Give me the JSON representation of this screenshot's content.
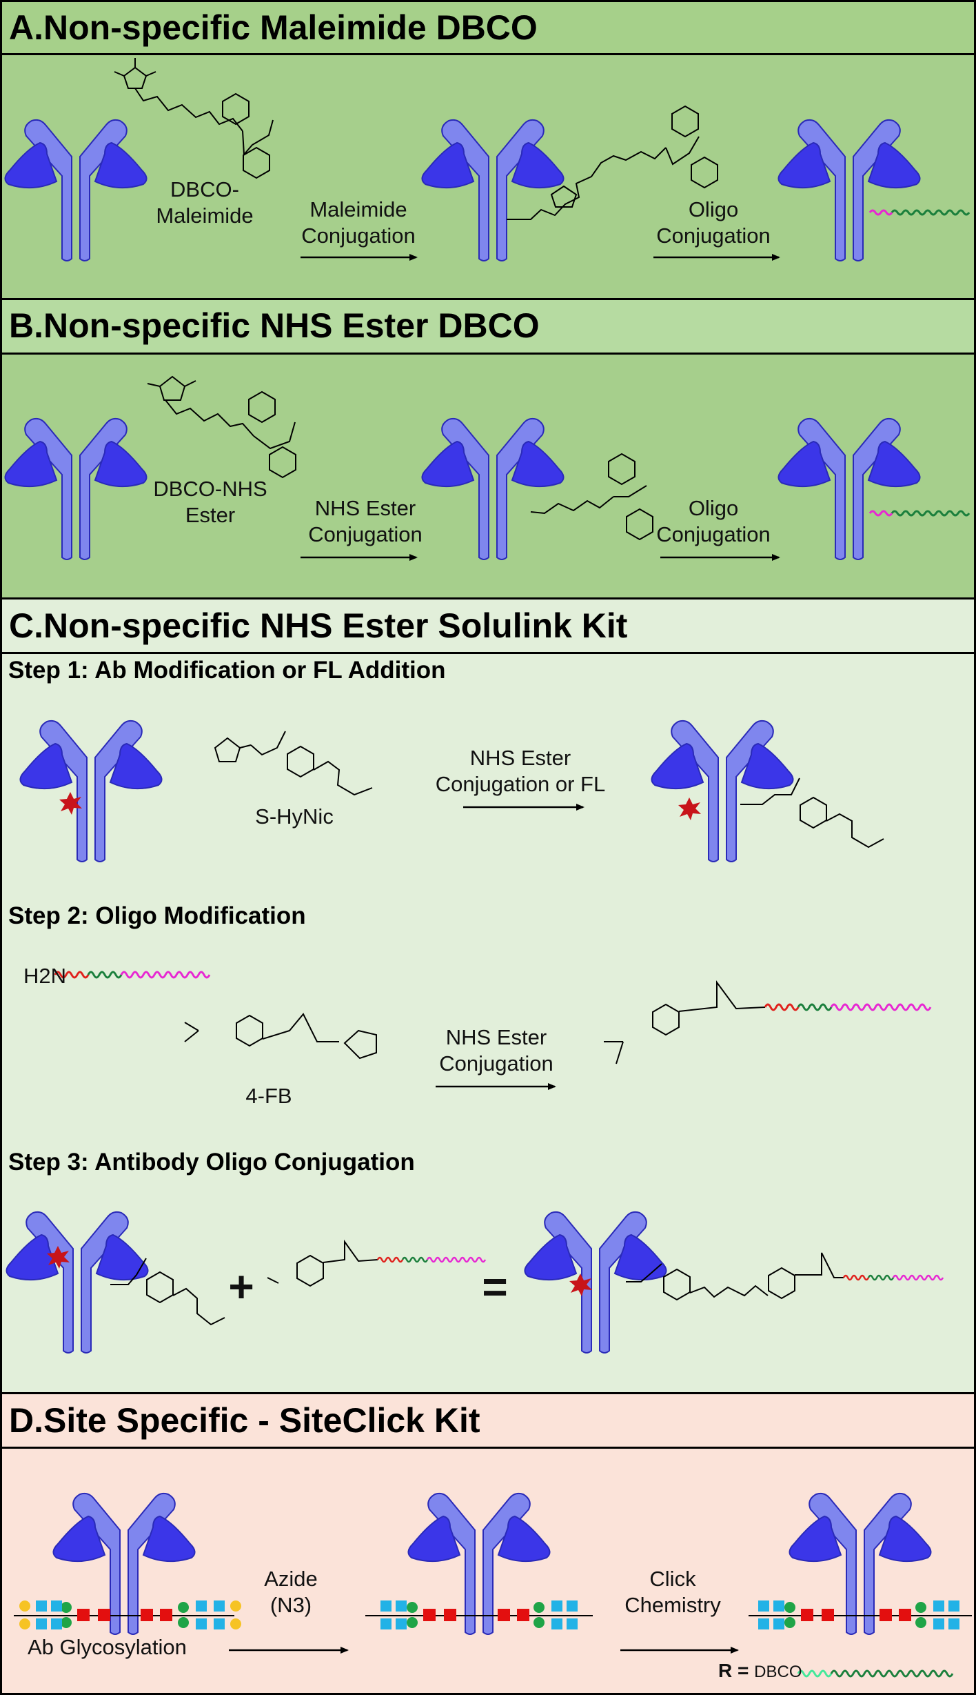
{
  "colors": {
    "panel_a_bg": "#a6cf8c",
    "panel_a_header_bg": "#a6d08a",
    "panel_b_bg": "#b6dba1",
    "panel_c_bg": "#e2efda",
    "panel_d_bg": "#fbe3d9",
    "antibody_fill": "#7f86ee",
    "antibody_dark": "#3b36e8",
    "oligo_magenta": "#e727d2",
    "oligo_green": "#1b7f3c",
    "oligo_red": "#e0211c",
    "star_red": "#c8141a",
    "glycan_blue": "#22b2e6",
    "glycan_green": "#1fa447",
    "glycan_red": "#e30f0f",
    "glycan_yellow": "#f6c324",
    "dbco_mint": "#44e89a"
  },
  "panel_a": {
    "title": "A.Non-specific Maleimide DBCO",
    "reagent_label_line1": "DBCO-",
    "reagent_label_line2": "Maleimide",
    "step1_line1": "Maleimide",
    "step1_line2": "Conjugation",
    "step2_line1": "Oligo",
    "step2_line2": "Conjugation"
  },
  "panel_b": {
    "title": "B.Non-specific NHS Ester DBCO",
    "reagent_label_line1": "DBCO-NHS",
    "reagent_label_line2": "Ester",
    "step1_line1": "NHS Ester",
    "step1_line2": "Conjugation",
    "step2_line1": "Oligo",
    "step2_line2": "Conjugation"
  },
  "panel_c": {
    "title": "C.Non-specific NHS Ester Solulink Kit",
    "step1_title": "Step 1: Ab Modification or FL Addition",
    "reagent1_label": "S-HyNic",
    "arrow1_line1": "NHS Ester",
    "arrow1_line2": "Conjugation or FL",
    "step2_title": "Step 2: Oligo Modification",
    "amine_label": "H2N",
    "reagent2_label": "4-FB",
    "arrow2_line1": "NHS Ester",
    "arrow2_line2": "Conjugation",
    "step3_title": "Step 3: Antibody Oligo Conjugation",
    "plus": "+",
    "equals": "="
  },
  "panel_d": {
    "title": "D.Site Specific - SiteClick Kit",
    "glycosylation_label": "Ab Glycosylation",
    "arrow1_line1": "Azide",
    "arrow1_line2": "(N3)",
    "arrow2_line1": "Click",
    "arrow2_line2": "Chemistry",
    "r_definition_symbol": "R",
    "r_definition_equals": "=",
    "r_definition_value": "DBCO"
  }
}
